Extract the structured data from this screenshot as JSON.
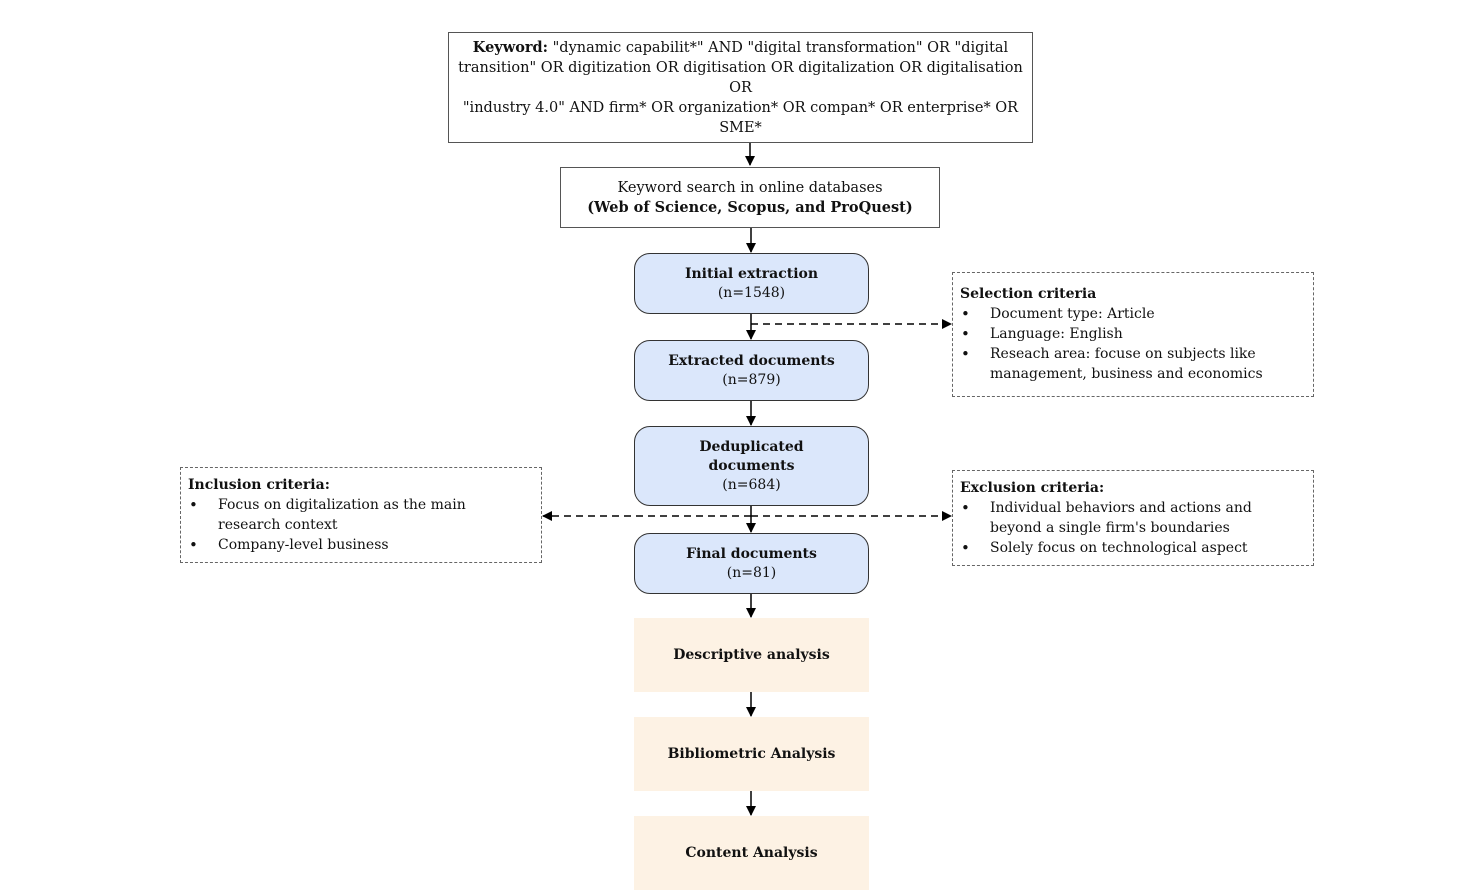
{
  "keyword_box": {
    "label": "Keyword:",
    "line1": " \"dynamic capabilit*\" AND \"digital transformation\" OR \"digital",
    "line2": "transition\" OR digitization OR digitisation OR digitalization OR digitalisation OR",
    "line3": "\"industry 4.0\" AND firm* OR  organization* OR compan* OR enterprise* OR SME*"
  },
  "search_box": {
    "line1": "Keyword search in online databases",
    "line2": "(Web of Science, Scopus, and ProQuest)"
  },
  "stages": [
    {
      "title": "Initial extraction",
      "count": "(n=1548)"
    },
    {
      "title": "Extracted documents",
      "count": "(n=879)"
    },
    {
      "title_line1": "Deduplicated",
      "title_line2": "documents",
      "count": "(n=684)"
    },
    {
      "title": "Final documents",
      "count": "(n=81)"
    }
  ],
  "analysis": [
    {
      "label": "Descriptive analysis"
    },
    {
      "label": "Bibliometric Analysis"
    },
    {
      "label": "Content Analysis"
    }
  ],
  "selection_criteria": {
    "title": "Selection criteria",
    "items": [
      "Document type: Article",
      "Language: English",
      "Reseach area: focuse on subjects like management, business and economics"
    ]
  },
  "inclusion_criteria": {
    "title": "Inclusion criteria:",
    "items": [
      "Focus on digitalization as the main research context",
      "Company-level business"
    ]
  },
  "exclusion_criteria": {
    "title": "Exclusion criteria:",
    "items": [
      "Individual behaviors and actions and beyond a single firm's boundaries",
      "Solely focus on technological aspect"
    ]
  },
  "colors": {
    "stage_fill": "#dbe7fb",
    "analysis_fill": "#fdf2e4",
    "line": "#000000"
  }
}
